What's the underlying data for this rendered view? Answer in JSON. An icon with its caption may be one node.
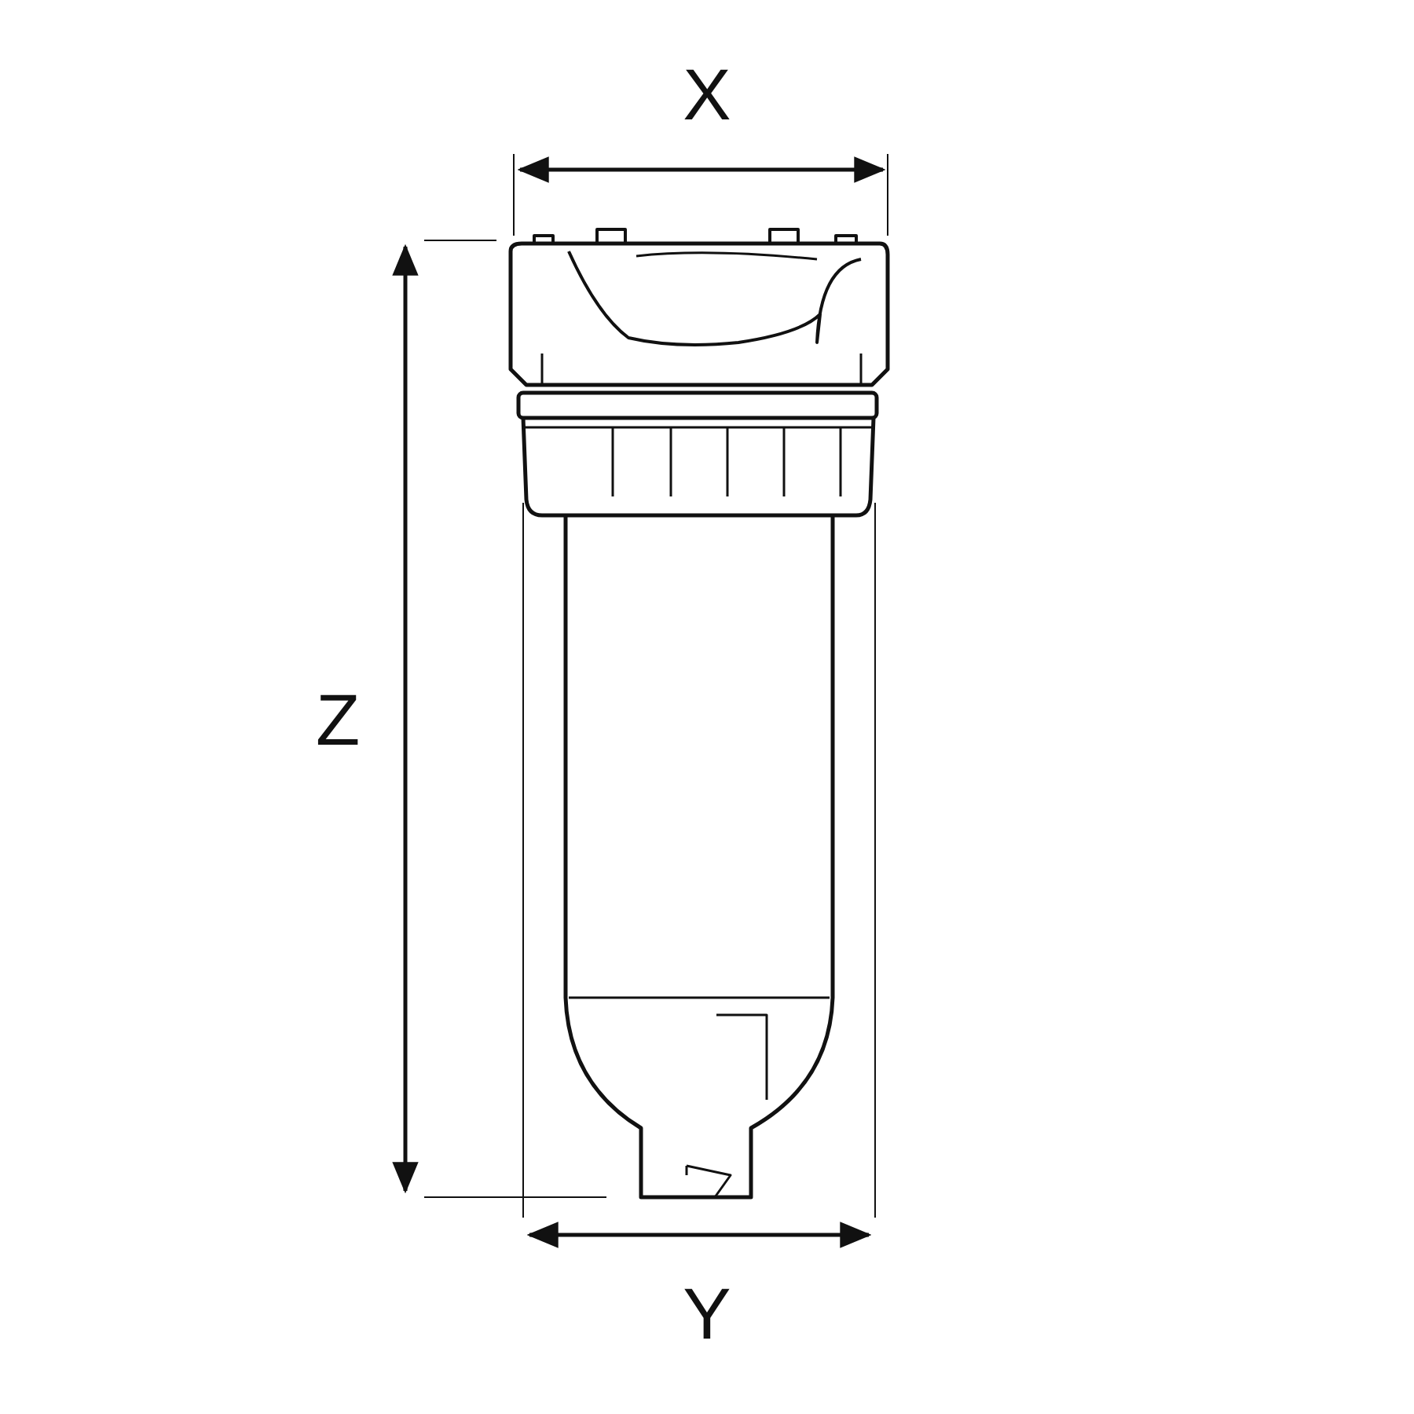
{
  "diagram": {
    "labels": [
      "X",
      "Z",
      "Y"
    ]
  }
}
